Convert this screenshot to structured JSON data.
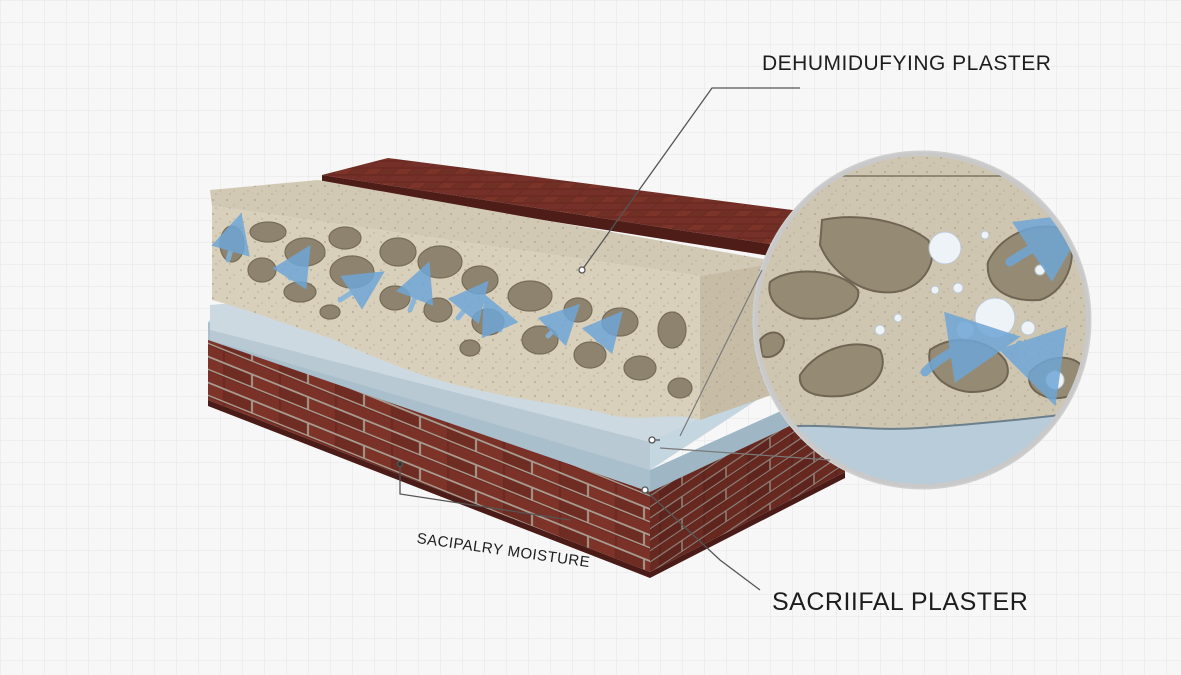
{
  "labels": {
    "dehumidifying": "DEHUMIDUFYING PLASTER",
    "sacrificial": "SACRIIFAL PLASTER",
    "capillary": "SACIPALRY MOISTURE"
  },
  "colors": {
    "background": "#f7f7f7",
    "grid": "#e2e2e2",
    "plaster_top": "#cfc6b2",
    "plaster_front": "#d8cfbc",
    "pore": "#8f8571",
    "brick": "#6b2a22",
    "mortar": "#b9aea3",
    "blue_layer": "#b9ccd8",
    "arrow": "#6fa6d6",
    "leader": "#4a4a4a"
  },
  "icons": {
    "moisture_arrows": "double-arrow-icon",
    "water_droplets": "bubble-icon",
    "magnifier": "zoom-circle-icon"
  }
}
